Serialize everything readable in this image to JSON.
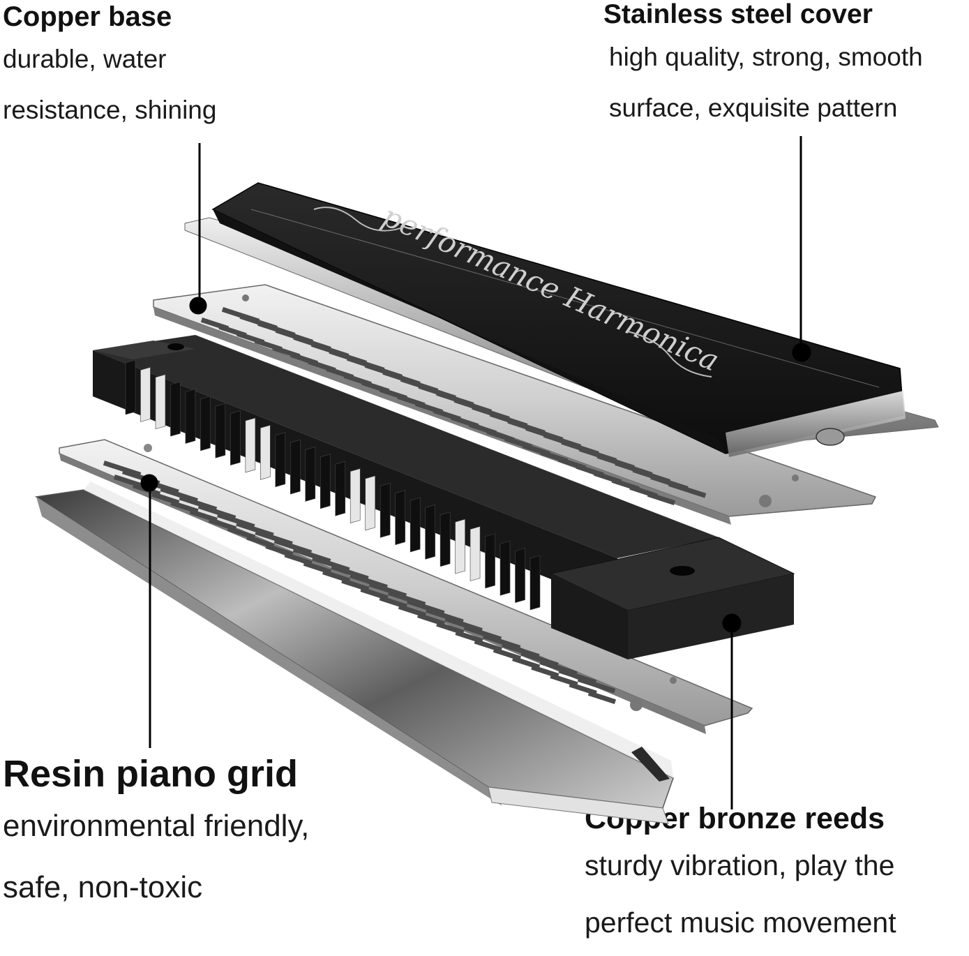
{
  "labels": {
    "copper_base": {
      "title": "Copper base",
      "lines": [
        "durable, water",
        "resistance, shining"
      ]
    },
    "steel_cover": {
      "title": "Stainless steel cover",
      "lines": [
        "high quality, strong, smooth",
        "surface, exquisite pattern"
      ]
    },
    "resin_grid": {
      "title": "Resin piano grid",
      "lines": [
        "environmental friendly,",
        "safe, non-toxic"
      ]
    },
    "bronze_reeds": {
      "title": "Copper bronze reeds",
      "lines": [
        "sturdy vibration, play the",
        "perfect music movement"
      ]
    }
  },
  "engraving": {
    "script": "performance Harmonica"
  },
  "colors": {
    "text": "#111111",
    "cover_black": "#1b1b1b",
    "plate_steel": "#c9c9c9",
    "comb_black": "#1e1e1e",
    "comb_white": "#e6e6e6",
    "leader_line": "#000000"
  }
}
